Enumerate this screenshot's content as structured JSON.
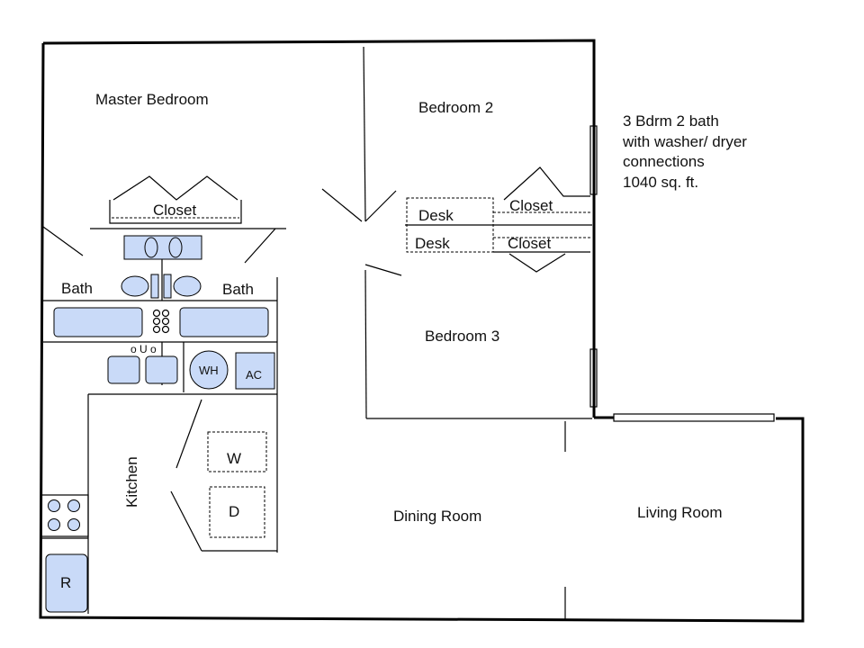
{
  "colors": {
    "fixture": "#c9daf8",
    "wall": "#000000",
    "background": "#ffffff"
  },
  "rooms": {
    "master_bedroom": "Master Bedroom",
    "bedroom_2": "Bedroom 2",
    "bedroom_3": "Bedroom 3",
    "dining_room": "Dining Room",
    "living_room": "Living Room",
    "kitchen": "Kitchen",
    "bath_left": "Bath",
    "bath_right": "Bath"
  },
  "closets": {
    "master": "Closet",
    "bedroom2": "Closet",
    "bedroom3": "Closet"
  },
  "desks": {
    "bedroom2": "Desk",
    "bedroom3": "Desk"
  },
  "appliances": {
    "water_heater": "WH",
    "ac": "AC",
    "washer": "W",
    "dryer": "D",
    "refrigerator": "R",
    "utility_symbol": "o U o"
  },
  "description": {
    "lines": [
      "3 Bdrm 2 bath",
      "with washer/ dryer",
      "connections",
      "1040 sq. ft."
    ]
  }
}
